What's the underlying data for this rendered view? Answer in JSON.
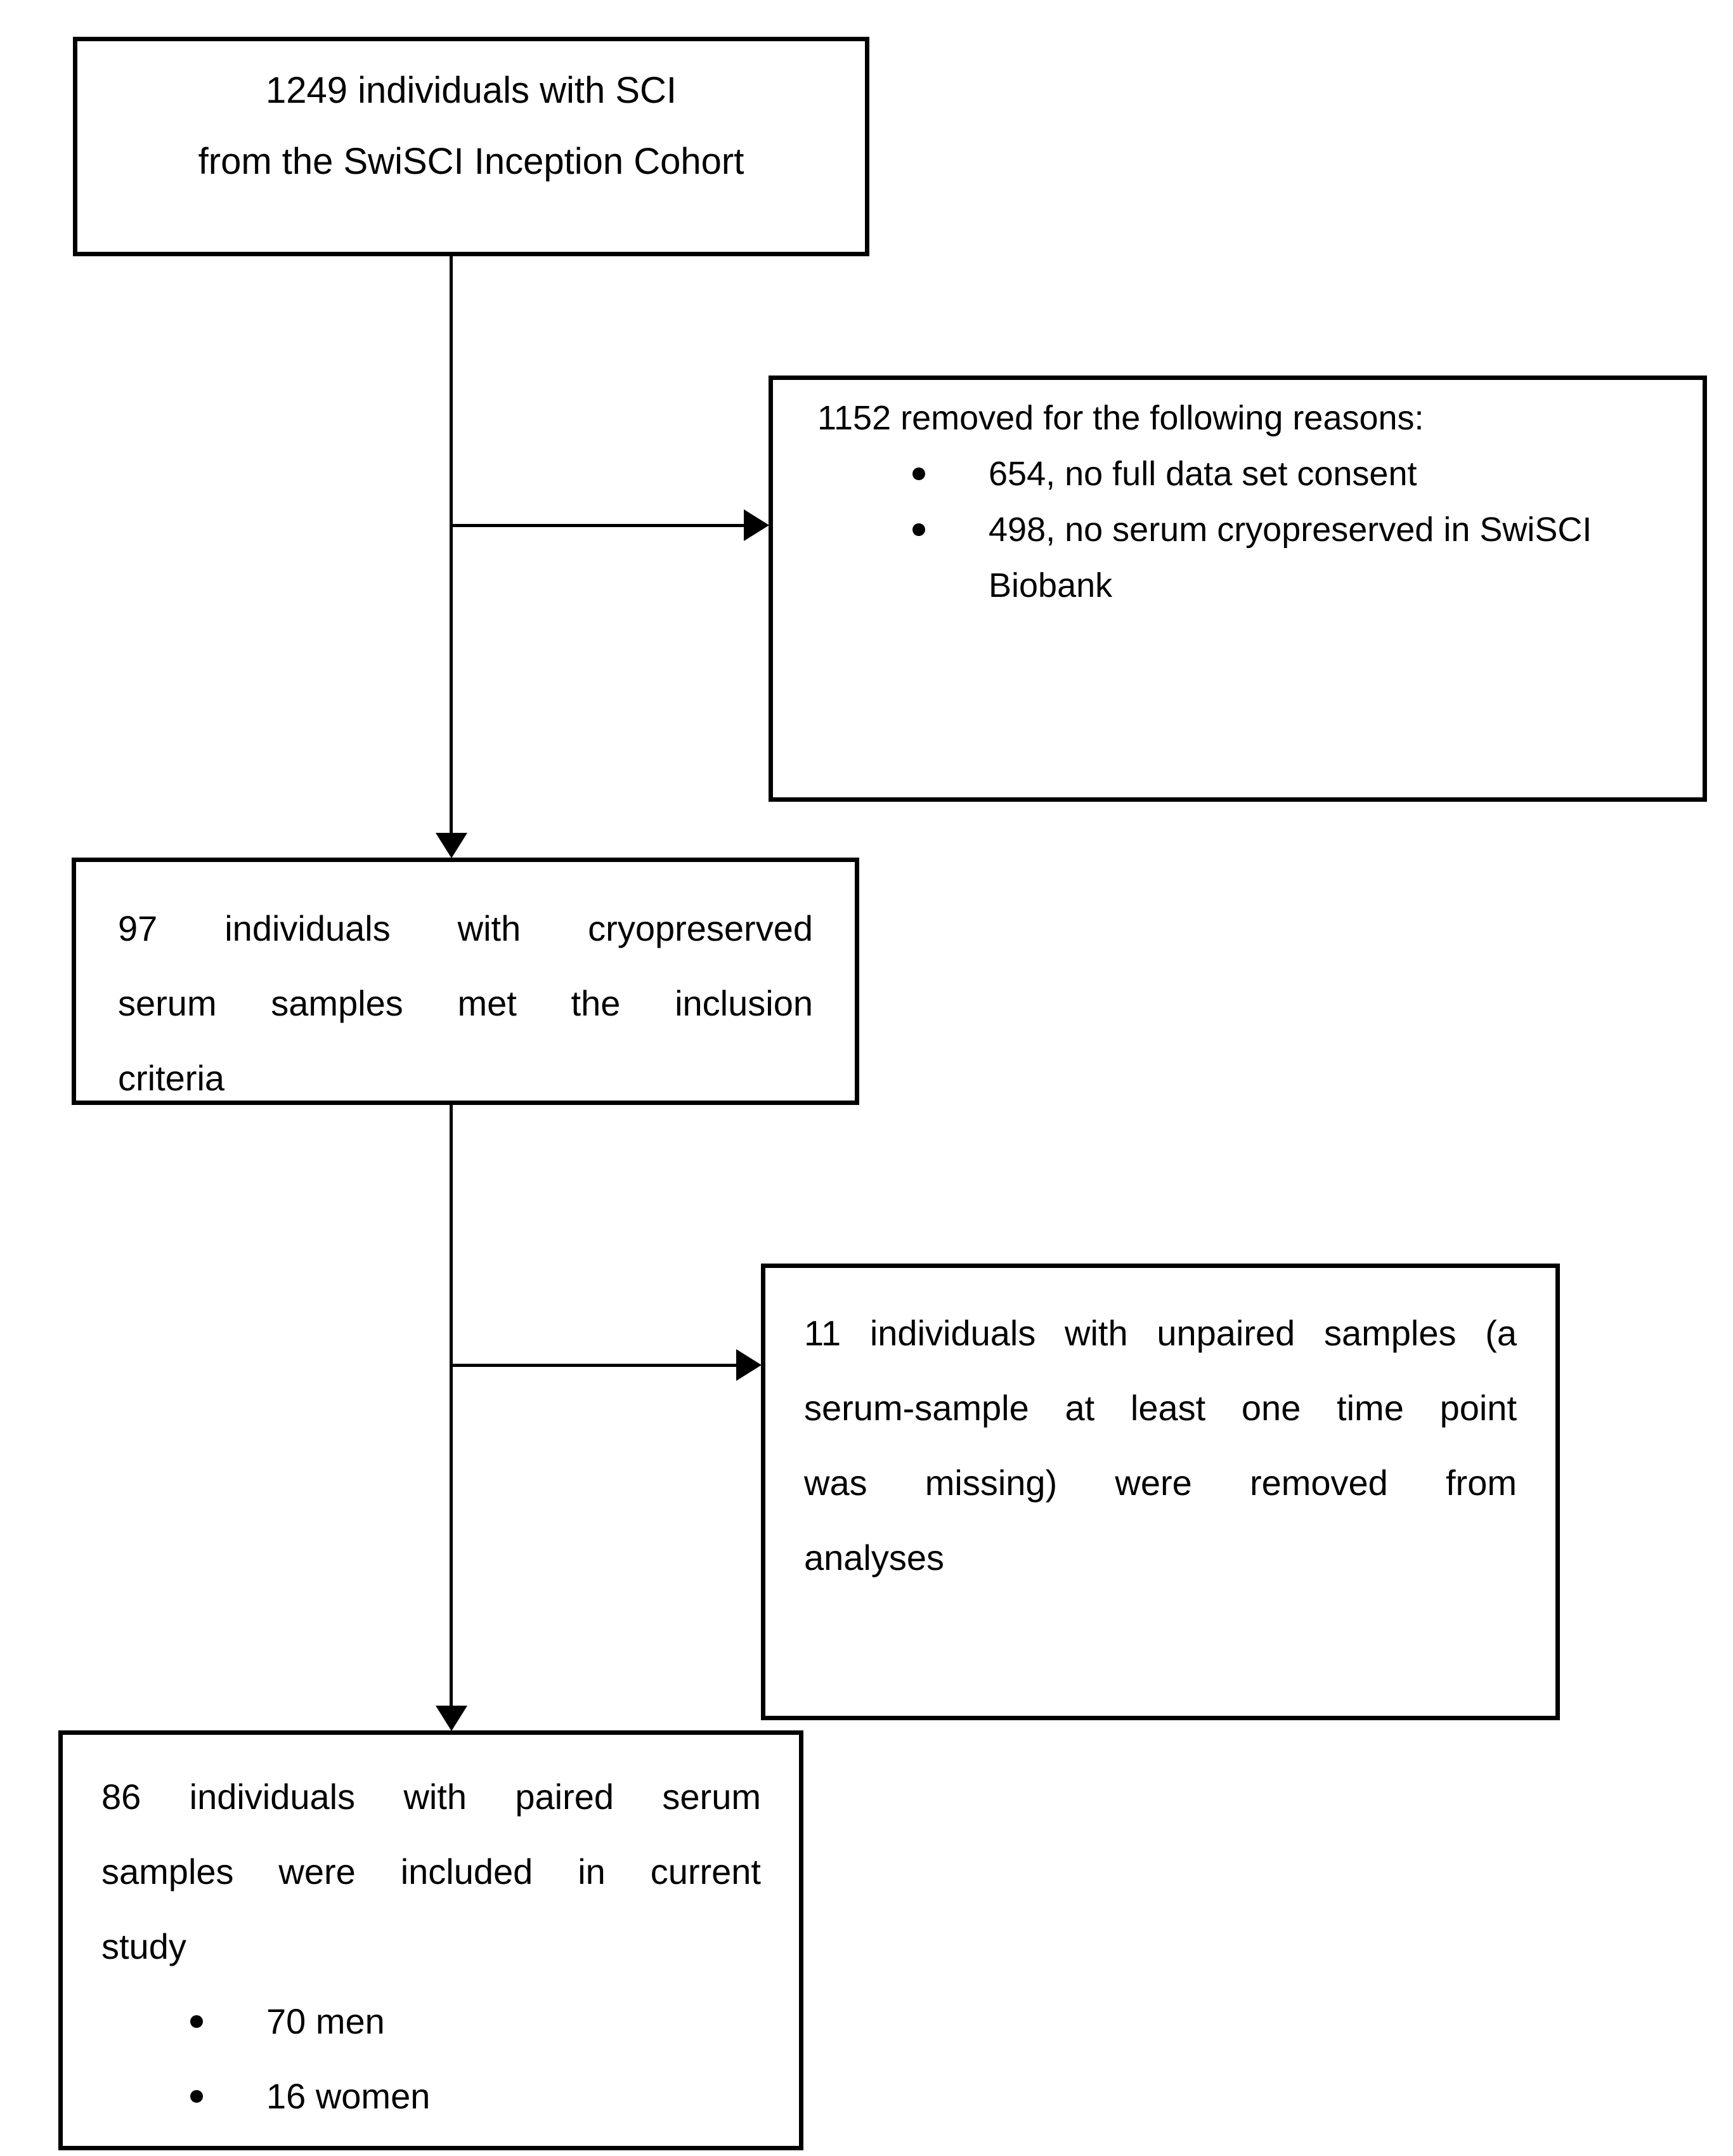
{
  "colors": {
    "ink": "#000000",
    "paper": "#ffffff"
  },
  "boxes": {
    "box1": {
      "lines": [
        "1249 individuals with SCI",
        "from the SwiSCI Inception Cohort"
      ]
    },
    "box2": {
      "heading": "1152 removed for the following reasons:",
      "bullets": [
        {
          "lines": [
            "654, no full data set consent"
          ]
        },
        {
          "lines": [
            "498, no serum cryopreserved in SwiSCI",
            "Biobank"
          ]
        }
      ]
    },
    "box3": {
      "lines": [
        "97 individuals with cryopreserved",
        "serum samples met the inclusion",
        "criteria"
      ]
    },
    "box4": {
      "lines": [
        "11 individuals with unpaired samples (a",
        "serum-sample at least one time point",
        "was missing) were removed from",
        "analyses"
      ]
    },
    "box5": {
      "lines": [
        "86 individuals with paired serum",
        "samples were included in current",
        "study"
      ],
      "bullets": [
        {
          "lines": [
            "70 men"
          ]
        },
        {
          "lines": [
            "16 women"
          ]
        }
      ]
    }
  }
}
